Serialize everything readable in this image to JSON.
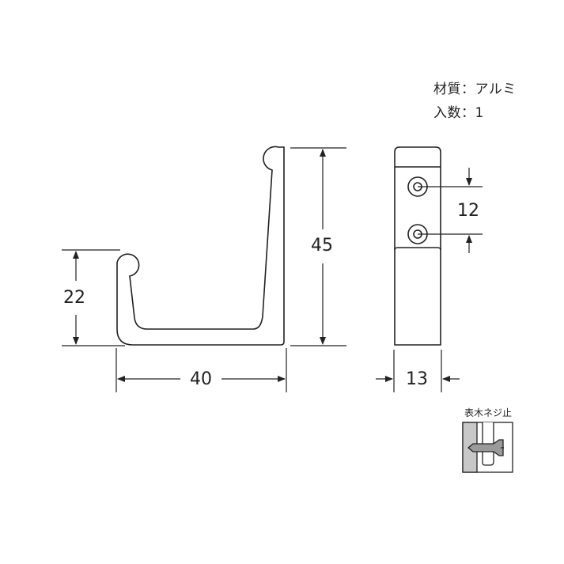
{
  "specs": {
    "material": "材質：アルミ",
    "quantity": "入数：1"
  },
  "dimensions": {
    "height_total": "45",
    "height_front": "22",
    "width_depth": "40",
    "width_face": "13",
    "hole_pitch": "12"
  },
  "legend": {
    "title": "表木ネジ止"
  },
  "colors": {
    "line": "#222222",
    "wall_fill": "#c8c8c8",
    "screw_fill": "#9a9a9a"
  }
}
